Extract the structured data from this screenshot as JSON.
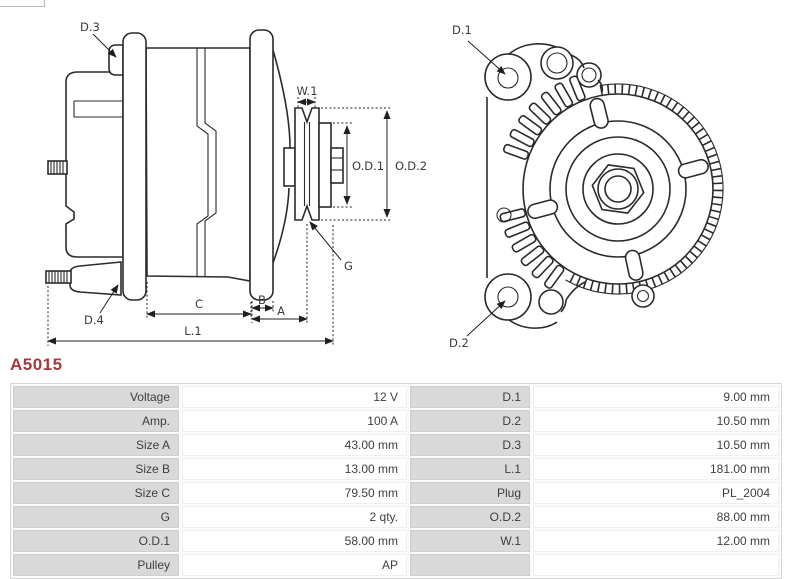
{
  "part_number": "A5015",
  "colors": {
    "part_number_text": "#a43a3e",
    "table_label_bg": "#d9d9d9",
    "drawing_line": "#2b2b2b"
  },
  "diagram": {
    "labels": {
      "d3": "D.3",
      "d4": "D.4",
      "w1": "W.1",
      "od1": "O.D.1",
      "od2": "O.D.2",
      "g": "G",
      "c": "C",
      "b": "B",
      "a": "A",
      "l1": "L.1",
      "d1": "D.1",
      "d2": "D.2"
    }
  },
  "table": {
    "rows": [
      {
        "label": "Voltage",
        "value": "12 V",
        "label2": "D.1",
        "value2": "9.00 mm"
      },
      {
        "label": "Amp.",
        "value": "100 A",
        "label2": "D.2",
        "value2": "10.50 mm"
      },
      {
        "label": "Size A",
        "value": "43.00 mm",
        "label2": "D.3",
        "value2": "10.50 mm"
      },
      {
        "label": "Size B",
        "value": "13.00 mm",
        "label2": "L.1",
        "value2": "181.00 mm"
      },
      {
        "label": "Size C",
        "value": "79.50 mm",
        "label2": "Plug",
        "value2": "PL_2004"
      },
      {
        "label": "G",
        "value": "2 qty.",
        "label2": "O.D.2",
        "value2": "88.00 mm"
      },
      {
        "label": "O.D.1",
        "value": "58.00 mm",
        "label2": "W.1",
        "value2": "12.00 mm"
      },
      {
        "label": "Pulley",
        "value": "AP",
        "label2": "",
        "value2": ""
      }
    ]
  }
}
